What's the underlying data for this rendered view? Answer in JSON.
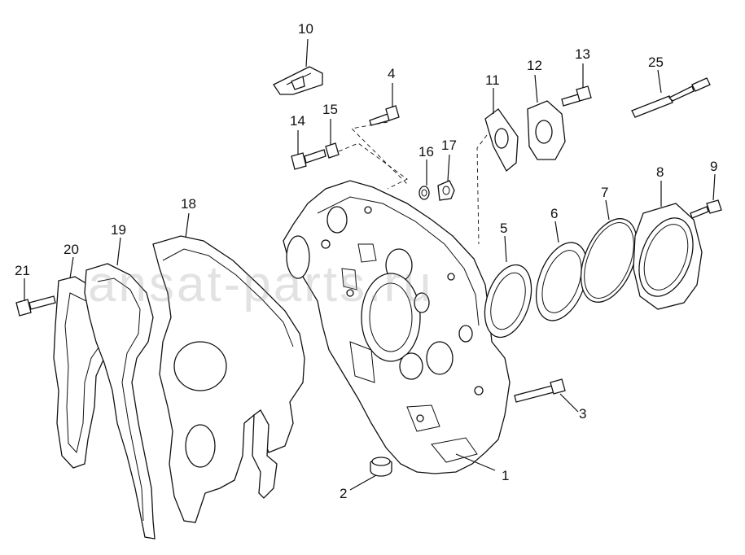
{
  "watermark": "ansat-parts.ru",
  "labels": {
    "p1": "1",
    "p2": "2",
    "p3": "3",
    "p4": "4",
    "p5": "5",
    "p6": "6",
    "p7": "7",
    "p8": "8",
    "p9": "9",
    "p10": "10",
    "p11": "11",
    "p12": "12",
    "p13": "13",
    "p14": "14",
    "p15": "15",
    "p16": "16",
    "p17": "17",
    "p18": "18",
    "p19": "19",
    "p20": "20",
    "p21": "21",
    "p25": "25"
  }
}
